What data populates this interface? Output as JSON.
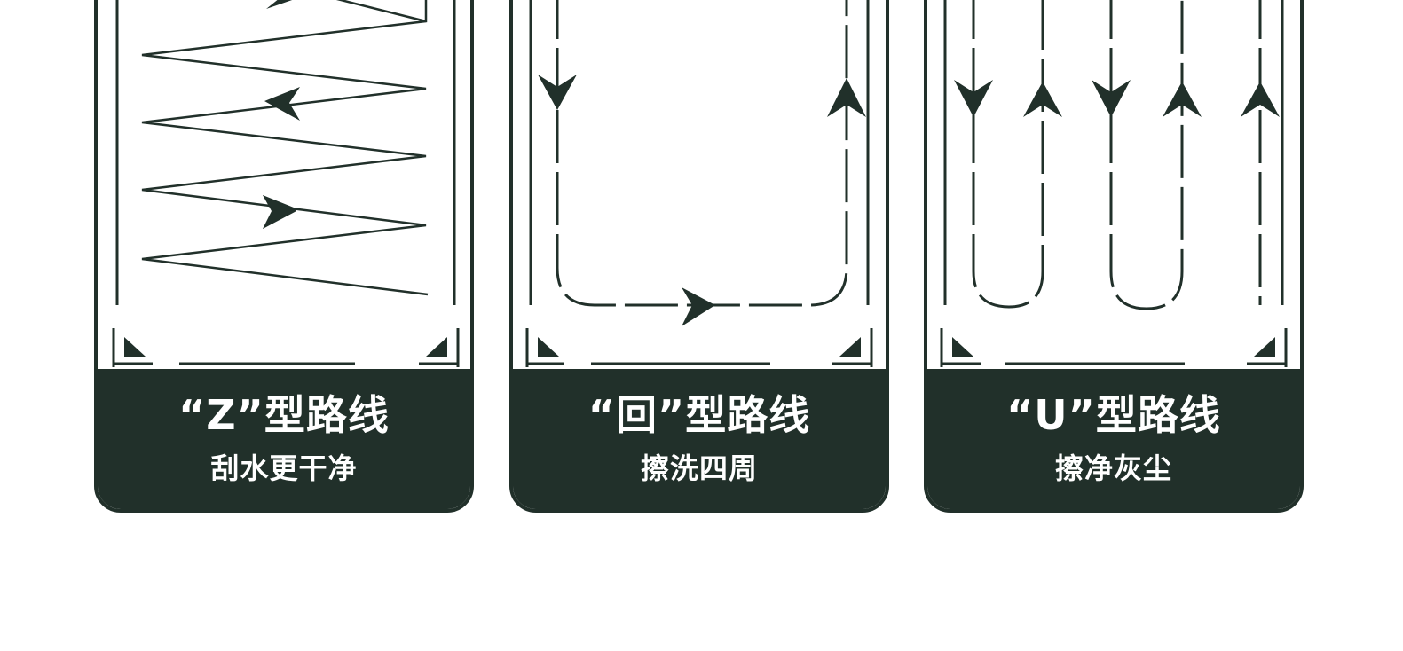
{
  "accent_color": "#21302a",
  "cards": [
    {
      "title": "“Z”型路线",
      "subtitle": "刮水更干净",
      "diagram_icon": "zigzag-path-icon"
    },
    {
      "title": "“回”型路线",
      "subtitle": "擦洗四周",
      "diagram_icon": "loop-path-icon"
    },
    {
      "title": "“U”型路线",
      "subtitle": "擦净灰尘",
      "diagram_icon": "u-path-icon"
    }
  ]
}
